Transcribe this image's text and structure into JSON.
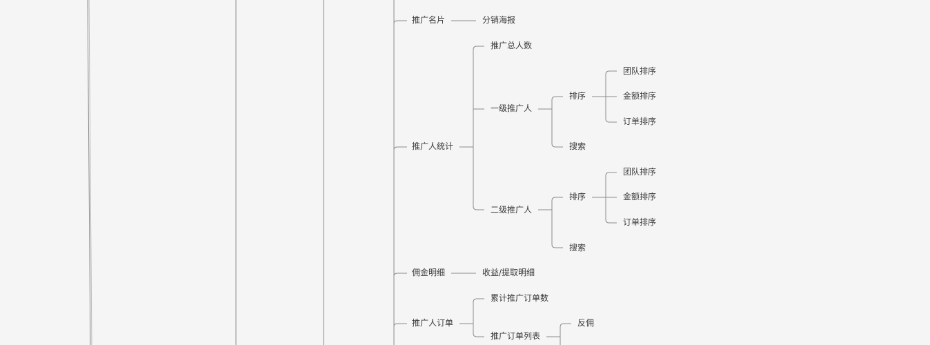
{
  "nodes": {
    "tuiguang_mingpian": "推广名片",
    "fenxiao_haibao": "分销海报",
    "tuiguangren_tongji": "推广人统计",
    "tuiguang_zongrenshu": "推广总人数",
    "yiji_tuiguangren": "一级推广人",
    "yiji_paixu": "排序",
    "yiji_tuandui_paixu": "团队排序",
    "yiji_jine_paixu": "金额排序",
    "yiji_dingdan_paixu": "订单排序",
    "yiji_sousuo": "搜索",
    "erji_tuiguangren": "二级推广人",
    "erji_paixu": "排序",
    "erji_tuandui_paixu": "团队排序",
    "erji_jine_paixu": "金额排序",
    "erji_dingdan_paixu": "订单排序",
    "erji_sousuo": "搜索",
    "yongjin_mingxi": "佣金明细",
    "shouyi_tiqu_mingxi": "收益/提取明细",
    "tuiguangren_dingdan": "推广人订单",
    "leiji_tuiguang_dingdanshu": "累计推广订单数",
    "tuiguang_dingdan_liebiao": "推广订单列表",
    "fanyong": "反佣"
  }
}
